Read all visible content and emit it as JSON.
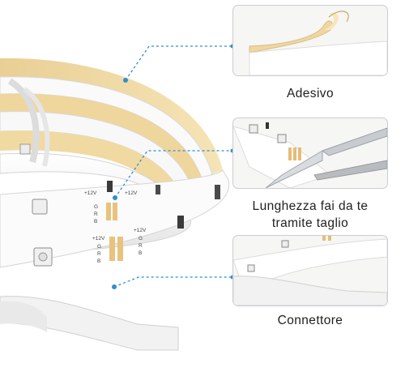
{
  "features": [
    {
      "caption": "Adesivo",
      "icon": "adhesive-tape-icon"
    },
    {
      "caption_lines": [
        "Lunghezza fai da te",
        "tramite taglio"
      ],
      "icon": "scissors-icon"
    },
    {
      "caption": "Connettore",
      "icon": "connector-icon"
    }
  ],
  "strip_labels": {
    "power": "+12V",
    "channels": [
      "G",
      "R",
      "B"
    ]
  },
  "colors": {
    "accent_line": "#2f8fd0",
    "adhesive": "#f2dba4",
    "strip": "#f7f7f7",
    "panel_border": "#c9cdd2",
    "text": "#1f1f1f"
  }
}
